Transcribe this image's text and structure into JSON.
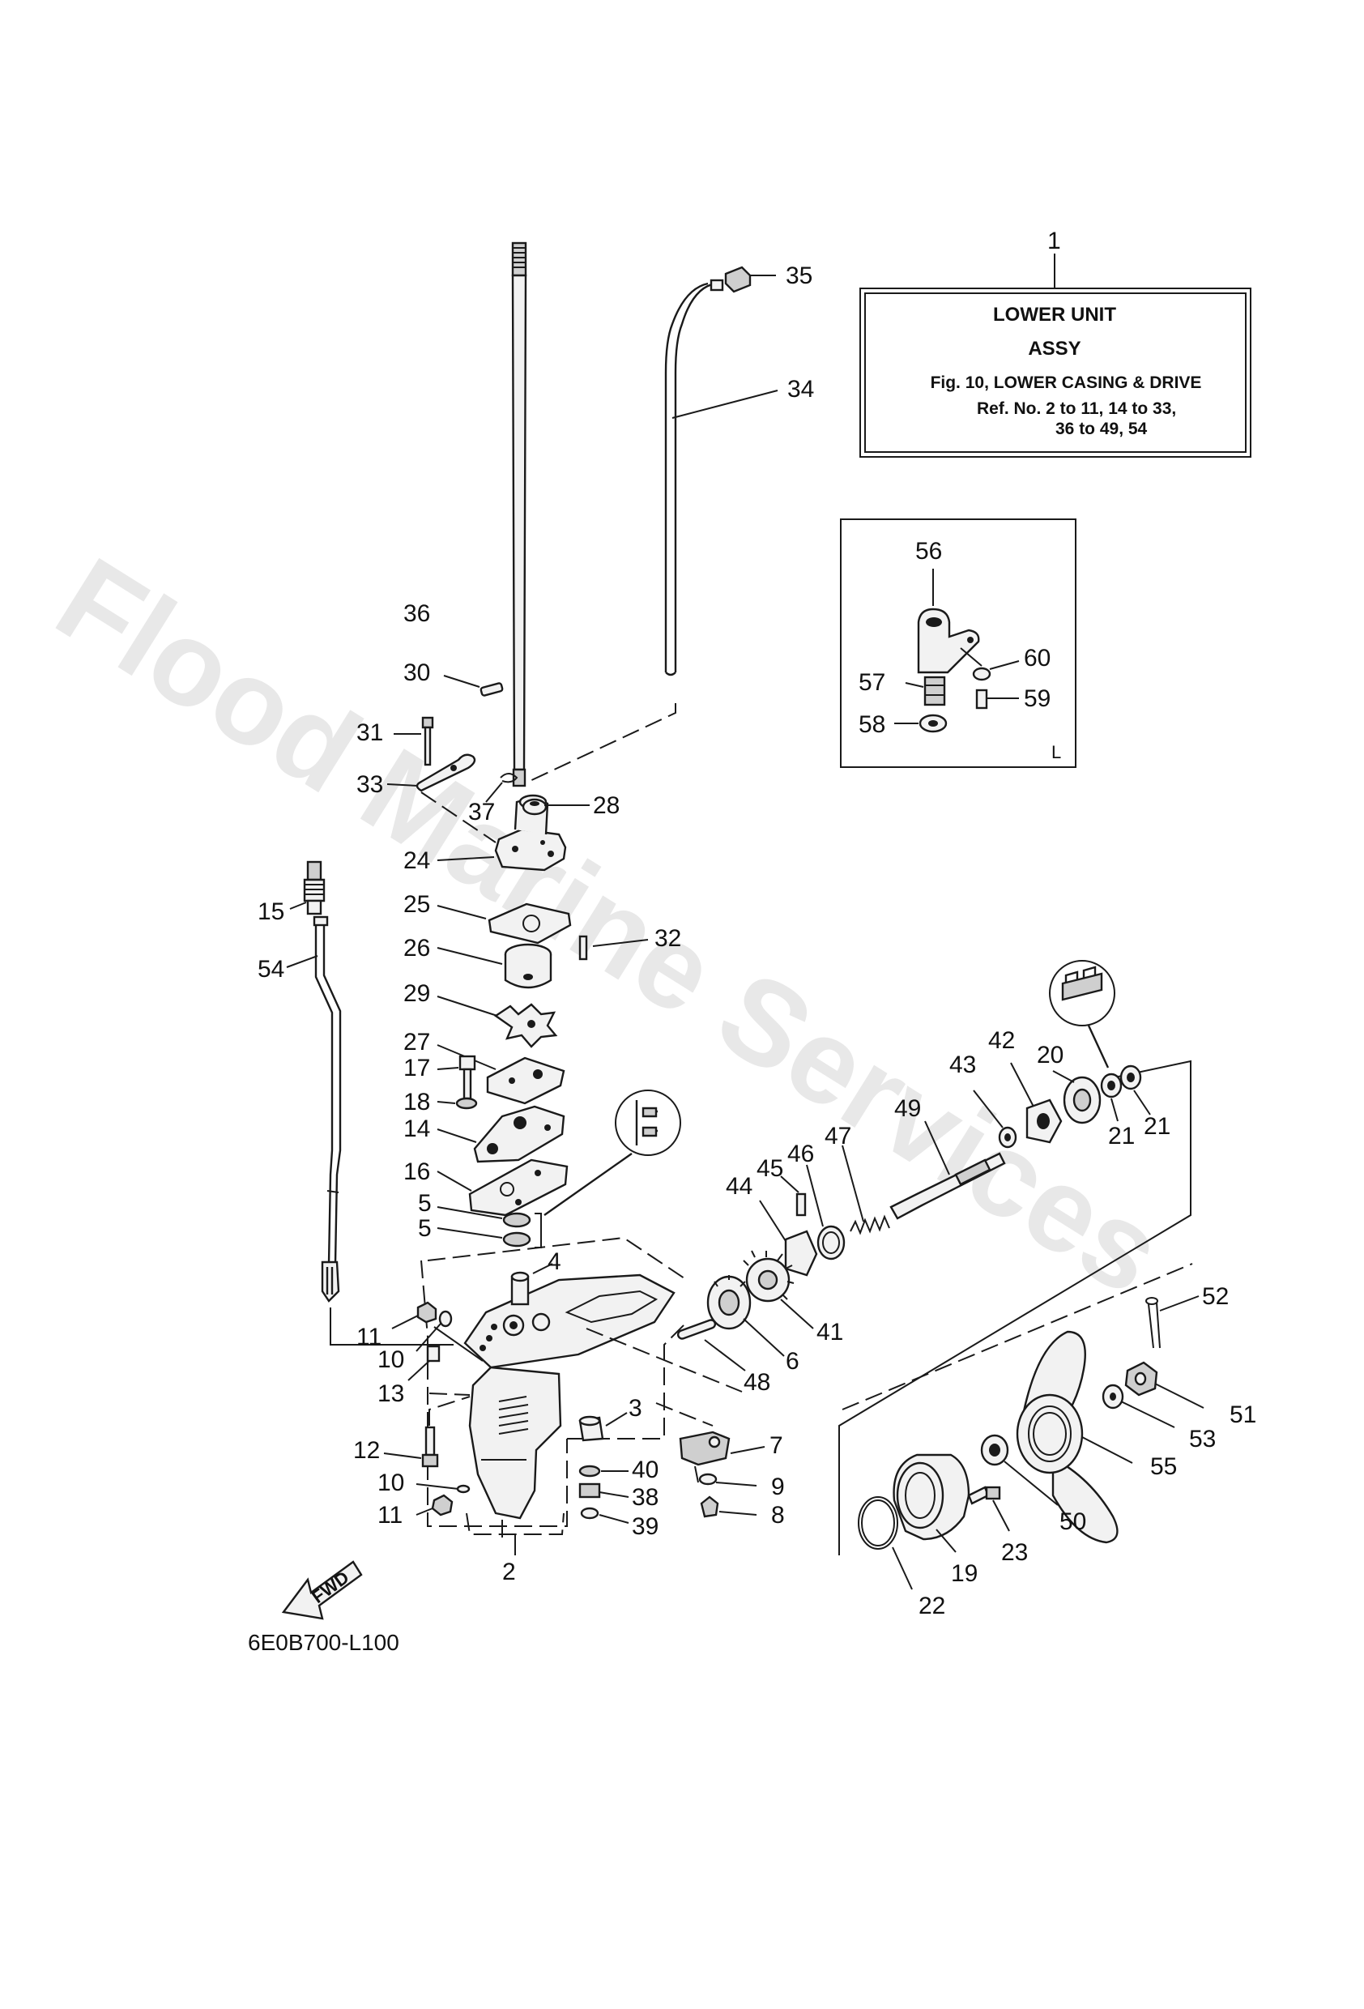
{
  "watermark": "Flood Marine Services",
  "drawing_code": "6E0B700-L100",
  "info_box": {
    "ref_number": "1",
    "line1": "LOWER UNIT",
    "line2": "ASSY",
    "line3": "Fig. 10, LOWER CASING & DRIVE",
    "line4": "Ref. No. 2 to 11, 14 to 33,",
    "line5": "36 to 49, 54"
  },
  "inset": {
    "corner_label": "L"
  },
  "fwd_label": "FWD",
  "callouts": [
    "2",
    "3",
    "4",
    "5",
    "5",
    "6",
    "7",
    "8",
    "9",
    "10",
    "10",
    "11",
    "11",
    "12",
    "13",
    "14",
    "15",
    "16",
    "17",
    "18",
    "19",
    "20",
    "21",
    "21",
    "22",
    "23",
    "24",
    "25",
    "26",
    "27",
    "28",
    "29",
    "30",
    "31",
    "32",
    "33",
    "34",
    "35",
    "36",
    "37",
    "38",
    "39",
    "40",
    "41",
    "42",
    "43",
    "44",
    "45",
    "46",
    "47",
    "48",
    "49",
    "50",
    "51",
    "52",
    "53",
    "54",
    "55",
    "56",
    "57",
    "58",
    "59",
    "60"
  ]
}
